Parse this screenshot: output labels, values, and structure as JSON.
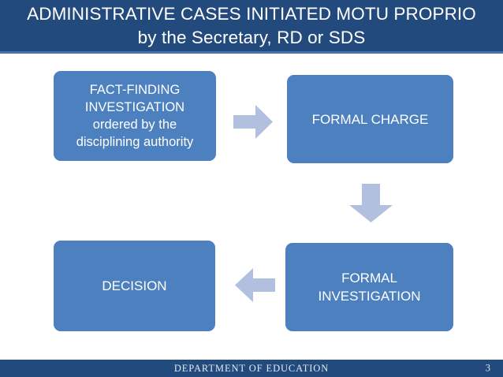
{
  "slide": {
    "title": "ADMINISTRATIVE CASES INITIATED MOTU PROPRIO by the Secretary, RD or SDS",
    "page_number": "3",
    "colors": {
      "header_background": "#234a7d",
      "header_accent_line": "#4a72a8",
      "node_fill": "#4d80bf",
      "node_text": "#ffffff",
      "arrow_fill": "#b0c0de",
      "footer_background": "#234a7d",
      "slide_background": "#ffffff"
    }
  },
  "diagram": {
    "type": "process-flow",
    "nodes": [
      {
        "id": "fact-finding",
        "label": "FACT-FINDING\nINVESTIGATION\nordered by the\ndisciplining authority"
      },
      {
        "id": "formal-charge",
        "label": "FORMAL CHARGE"
      },
      {
        "id": "formal-investigation",
        "label": "FORMAL\nINVESTIGATION"
      },
      {
        "id": "decision",
        "label": "DECISION"
      }
    ],
    "arrows": [
      {
        "id": "arrow-right",
        "direction": "right",
        "from": "fact-finding",
        "to": "formal-charge"
      },
      {
        "id": "arrow-down",
        "direction": "down",
        "from": "formal-charge",
        "to": "formal-investigation"
      },
      {
        "id": "arrow-left",
        "direction": "left",
        "from": "formal-investigation",
        "to": "decision"
      }
    ]
  },
  "footer": {
    "organization": "DEPARTMENT OF EDUCATION"
  }
}
